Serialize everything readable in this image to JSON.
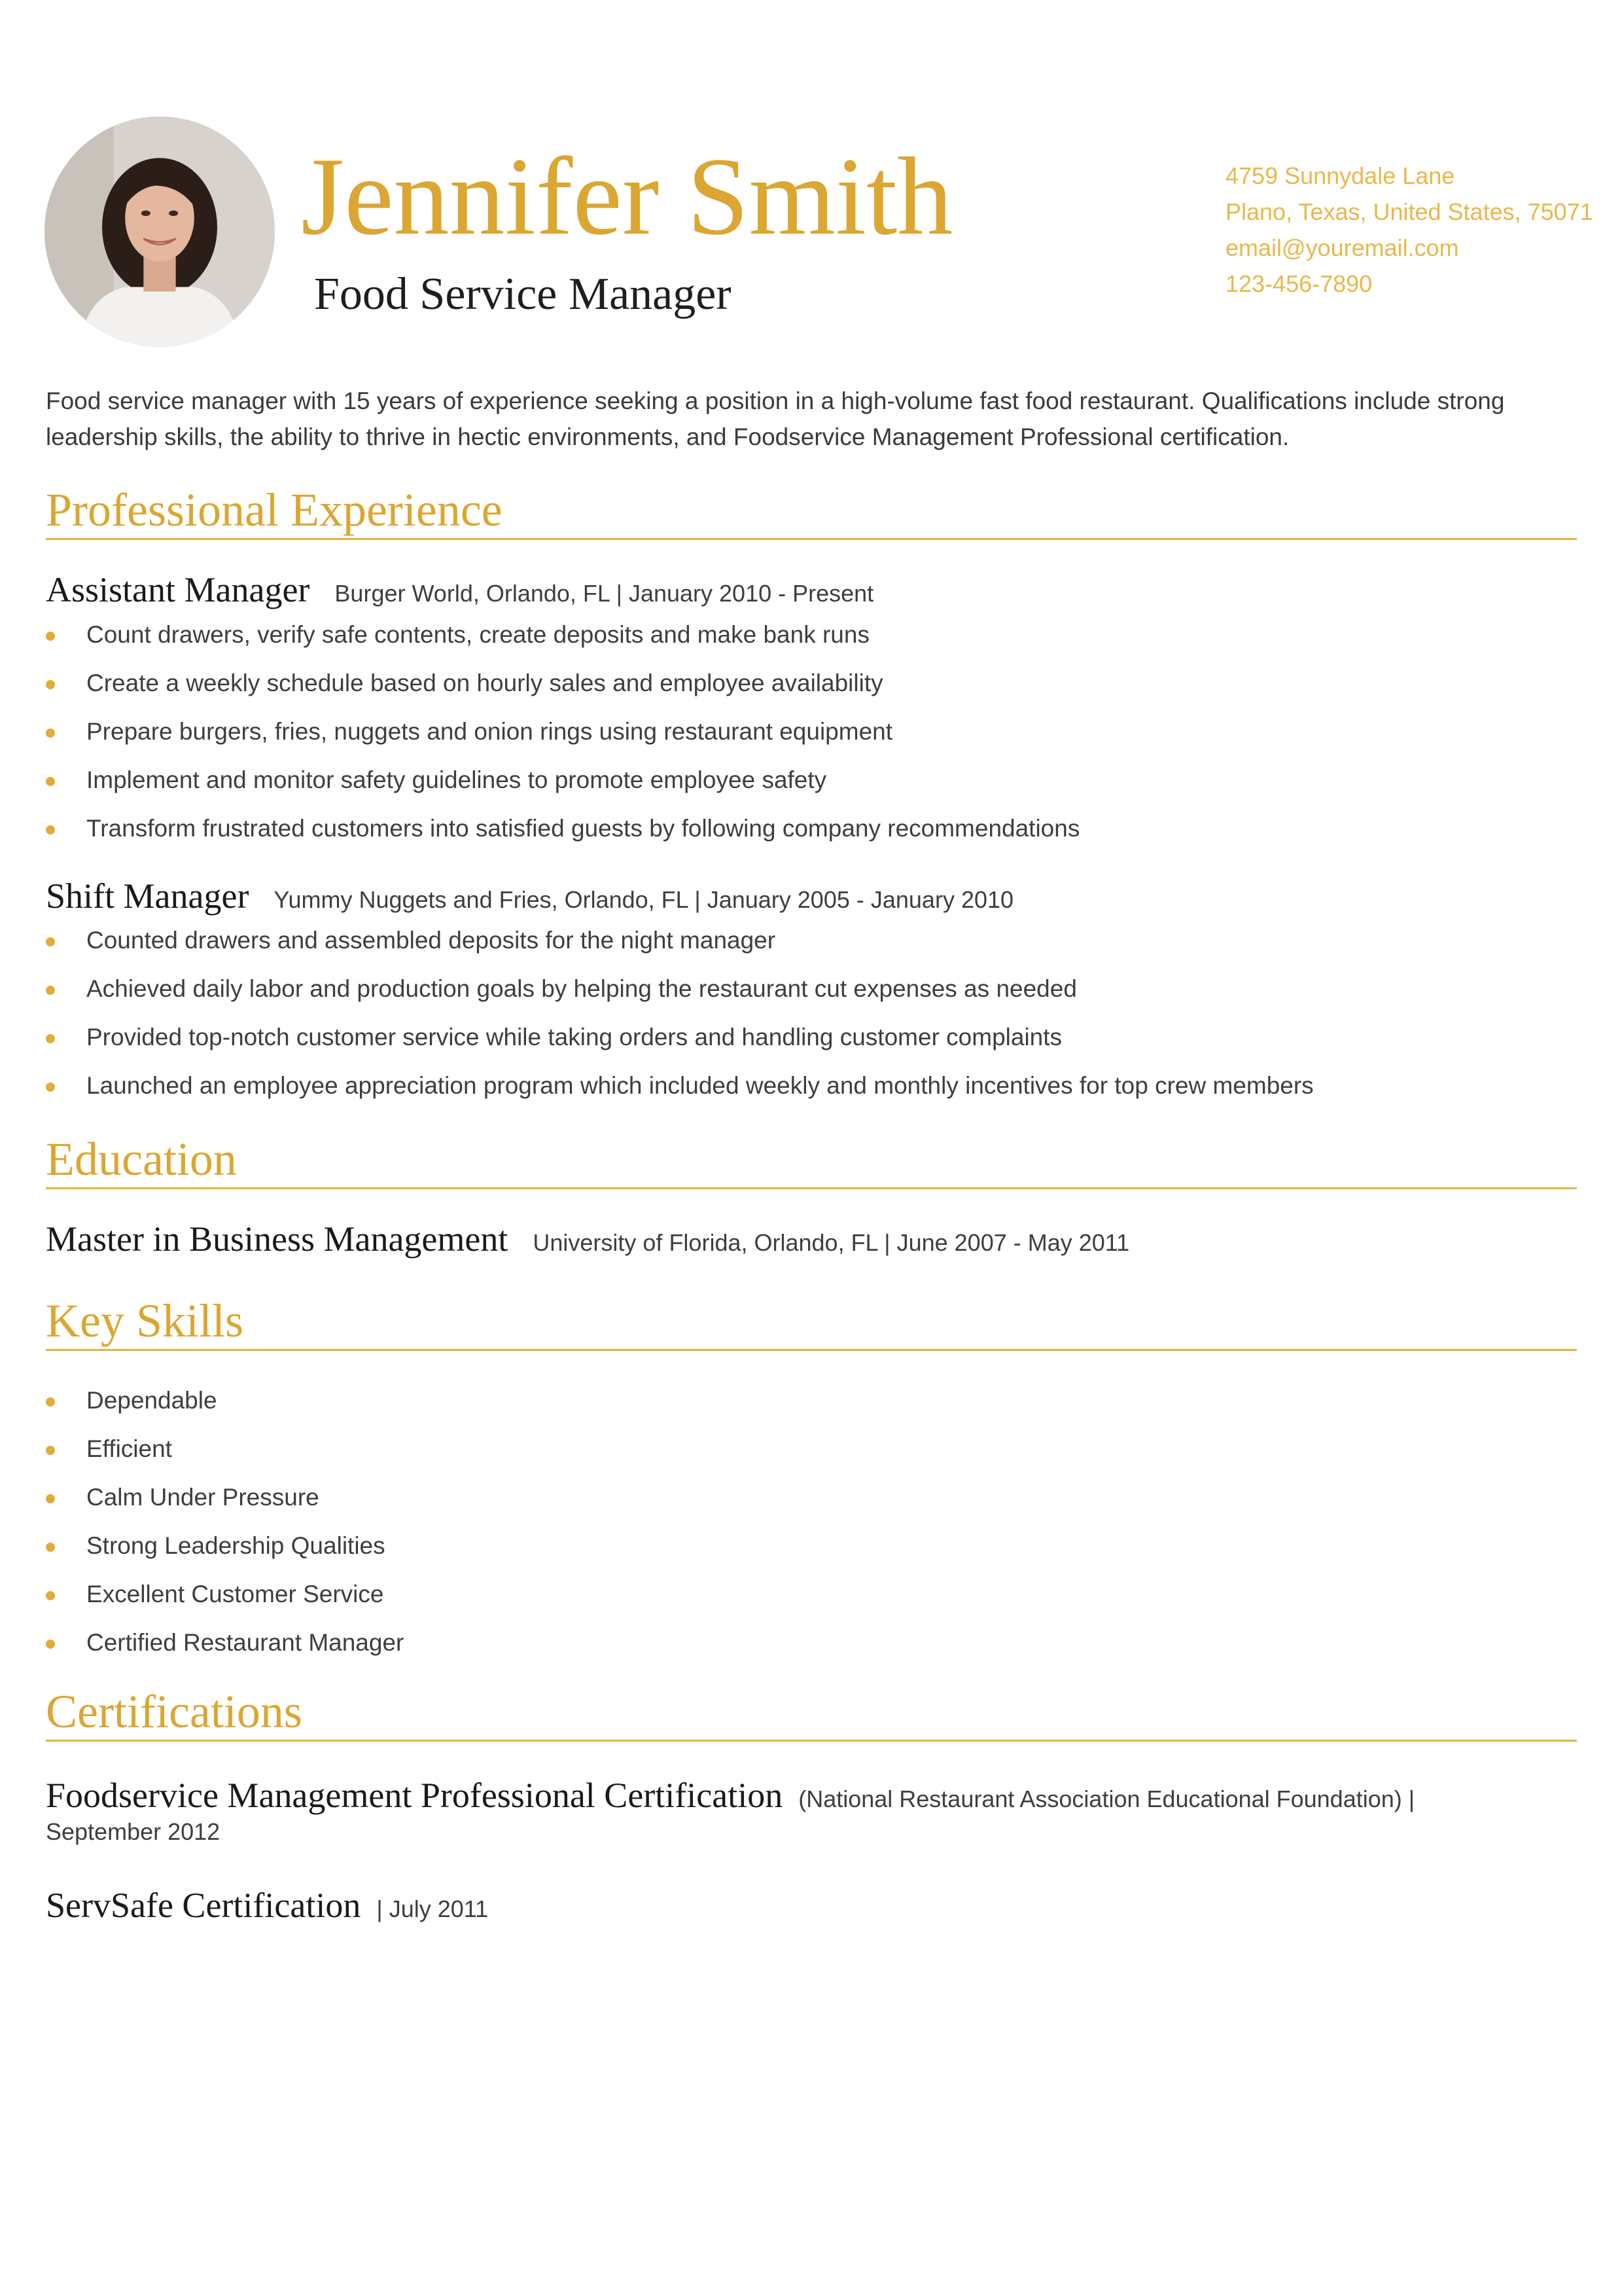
{
  "header": {
    "name": "Jennifer Smith",
    "job_title": "Food Service Manager",
    "contact": {
      "address": "4759 Sunnydale Lane",
      "city": "Plano, Texas, United States, 75071",
      "email": "email@youremail.com",
      "phone": "123-456-7890"
    }
  },
  "summary": "Food service manager with 15 years of experience seeking a position in a high-volume fast food restaurant. Qualifications include strong leadership skills, the ability to thrive in hectic environments, and Foodservice Management Professional certification.",
  "experience": {
    "heading": "Professional Experience",
    "jobs": [
      {
        "title": "Assistant Manager",
        "meta": "Burger World, Orlando, FL | January 2010 - Present",
        "bullets": [
          "Count drawers, verify safe contents, create deposits and make bank runs",
          "Create a weekly schedule based on hourly sales and employee availability",
          "Prepare burgers, fries, nuggets and onion rings using restaurant equipment",
          "Implement and monitor safety guidelines to promote employee safety",
          "Transform frustrated customers into satisfied guests by following company recommendations"
        ]
      },
      {
        "title": "Shift Manager",
        "meta": "Yummy Nuggets and Fries, Orlando, FL | January 2005 - January 2010",
        "bullets": [
          "Counted drawers and assembled deposits for the night manager",
          "Achieved daily labor and production goals by helping the restaurant cut expenses as needed",
          "Provided top-notch customer service while taking orders and handling customer complaints",
          "Launched an employee appreciation program which included weekly and monthly incentives for top crew members"
        ]
      }
    ]
  },
  "education": {
    "heading": "Education",
    "degree": "Master in Business Management",
    "meta": "University of Florida, Orlando, FL | June 2007 - May 2011"
  },
  "skills": {
    "heading": "Key Skills",
    "items": [
      "Dependable",
      "Efficient",
      "Calm Under Pressure",
      "Strong Leadership Qualities",
      "Excellent Customer Service",
      "Certified Restaurant Manager"
    ]
  },
  "certifications": {
    "heading": "Certifications",
    "items": [
      {
        "title": "Foodservice Management Professional Certification",
        "meta": "(National Restaurant Association Educational Foundation) |",
        "date": "September 2012"
      },
      {
        "title": "ServSafe Certification",
        "meta": "| July 2011"
      }
    ]
  },
  "colors": {
    "accent": "#dba631",
    "contact": "#e8b84b",
    "text": "#3a3a3a"
  }
}
